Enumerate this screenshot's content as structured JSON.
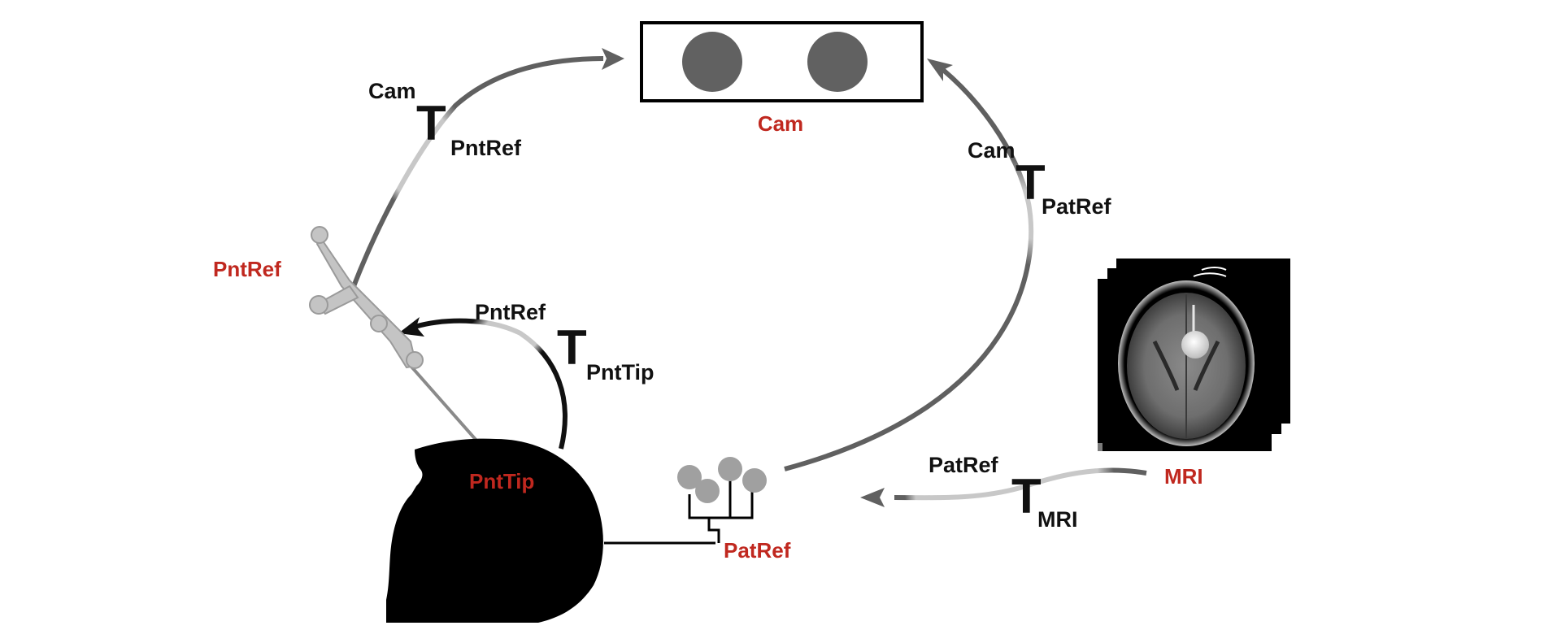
{
  "frames": {
    "cam": "Cam",
    "pntref": "PntRef",
    "pnttip": "PntTip",
    "patref": "PatRef",
    "mri": "MRI"
  },
  "transforms": {
    "cam_pntref": {
      "symbol": "T",
      "sup": "Cam",
      "sub": "PntRef"
    },
    "cam_patref": {
      "symbol": "T",
      "sup": "Cam",
      "sub": "PatRef"
    },
    "pntref_pnttip": {
      "symbol": "T",
      "sup": "PntRef",
      "sub": "PntTip"
    },
    "patref_mri": {
      "symbol": "T",
      "sup": "PatRef",
      "sub": "MRI"
    }
  },
  "colors": {
    "frame_label": "#c0281f",
    "arrow_dark": "#606060",
    "arrow_light": "#c8c8c8",
    "tool": "#c4c4c4"
  }
}
